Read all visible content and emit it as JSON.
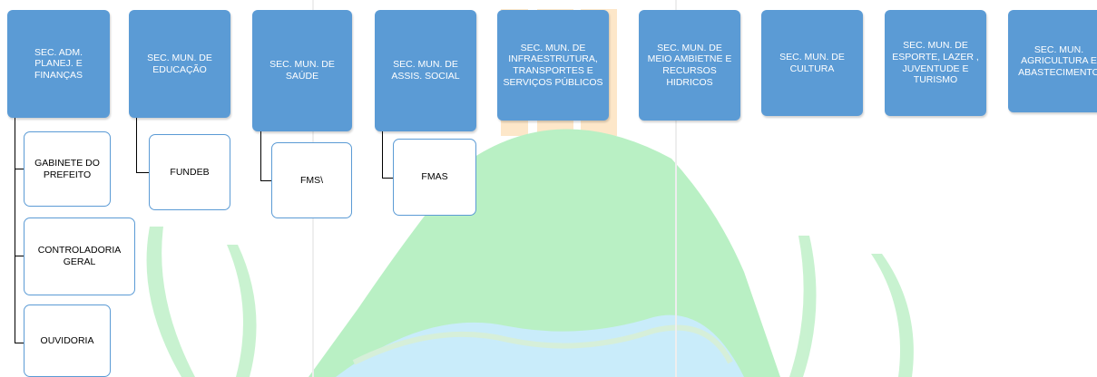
{
  "colors": {
    "primary_box": "#5b9bd5",
    "secondary_border": "#5b9bd5",
    "connector": "#000000",
    "watermark_green": "#b9f0c4",
    "watermark_orange": "#fde7c9",
    "watermark_blue": "#c9ecfa"
  },
  "secretariats": [
    {
      "label": "SEC. ADM.\nPLANEJ. E\nFINANÇAS"
    },
    {
      "label": "SEC. MUN. DE\nEDUCAÇÃO"
    },
    {
      "label": "SEC. MUN. DE\nSAÚDE"
    },
    {
      "label": "SEC. MUN. DE\nASSIS. SOCIAL"
    },
    {
      "label": "SEC. MUN. DE\nINFRAESTRUTURA,\nTRANSPORTES E\nSERVIÇOS PÚBLICOS"
    },
    {
      "label": "SEC. MUN. DE\nMEIO AMBIETNE E\nRECURSOS\nHIDRICOS"
    },
    {
      "label": "SEC. MUN. DE\nCULTURA"
    },
    {
      "label": "SEC. MUN. DE\nESPORTE, LAZER ,\nJUVENTUDE E\nTURISMO"
    },
    {
      "label": "SEC. MUN.\nAGRICULTURA E\nABASTECIMENTO"
    }
  ],
  "sub_units": {
    "gabinete": "GABINETE DO\nPREFEITO",
    "controladoria": "CONTROLADORIA\nGERAL",
    "ouvidoria": "OUVIDORIA",
    "fundeb": "FUNDEB",
    "fms": "FMS\\",
    "fmas": "FMAS"
  }
}
